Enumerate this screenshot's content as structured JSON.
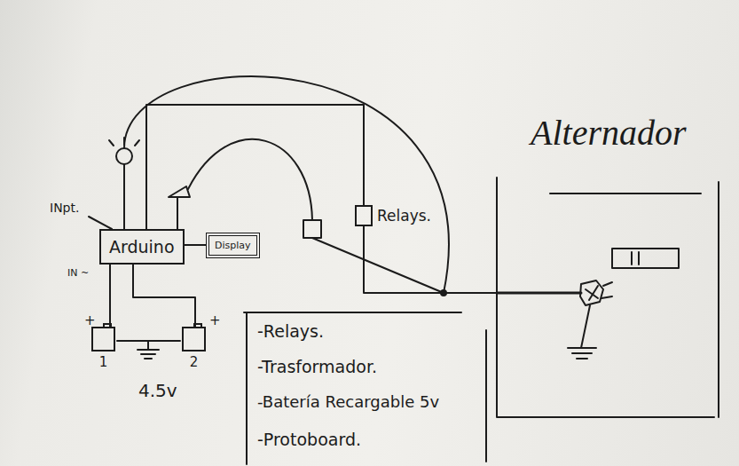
{
  "diagram": {
    "nodes": [
      {
        "text": [
          "Arduino"
        ]
      },
      {
        "text": [
          "Display"
        ]
      },
      {
        "text": [
          "Relays."
        ]
      },
      {
        "text": [
          "Alternador"
        ]
      },
      {
        "text": [
          "1"
        ]
      },
      {
        "text": [
          "2"
        ]
      }
    ],
    "edges": [
      {
        "from": 0,
        "to": 1,
        "arrow": "none"
      },
      {
        "from": 4,
        "to": 0,
        "arrow": "none"
      },
      {
        "from": 5,
        "to": 0,
        "arrow": "none"
      },
      {
        "from": 0,
        "to": 2,
        "arrow": "none"
      },
      {
        "from": 2,
        "to": 3,
        "arrow": "none"
      }
    ],
    "labels": [
      "INpt.",
      "IN ~",
      "+",
      "+",
      "4.5v",
      "-Relays.",
      "-Trasformador.",
      "-Batería Recargable 5v",
      "-Protoboard."
    ]
  }
}
